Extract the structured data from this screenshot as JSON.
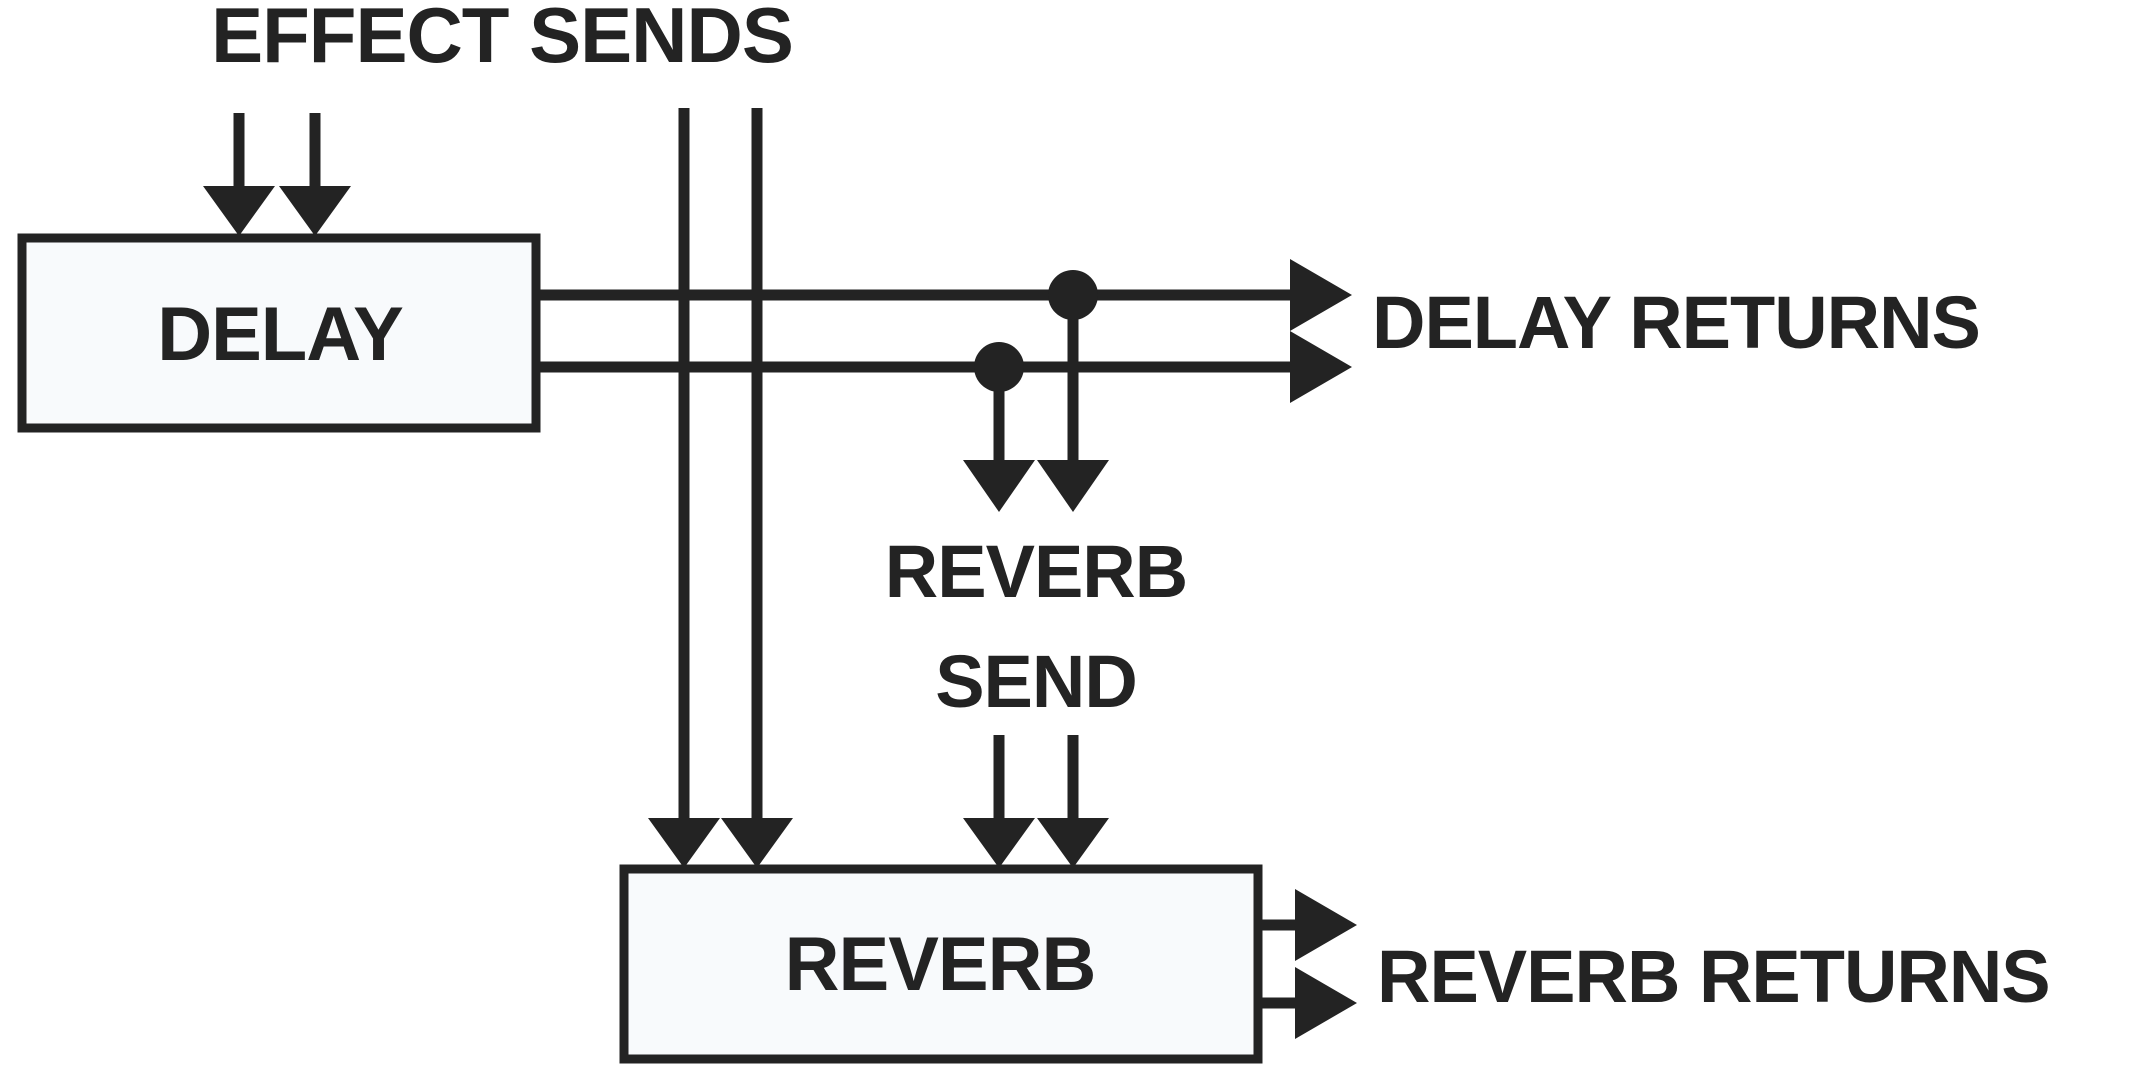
{
  "diagram": {
    "title": "EFFECT SENDS",
    "blocks": [
      {
        "id": "delay",
        "label": "DELAY"
      },
      {
        "id": "reverb",
        "label": "REVERB"
      }
    ],
    "labels": {
      "effect_sends": "EFFECT SENDS",
      "delay_returns": "DELAY RETURNS",
      "reverb_send_line1": "REVERB",
      "reverb_send_line2": "SEND",
      "reverb_returns": "REVERB RETURNS",
      "delay_block": "DELAY",
      "reverb_block": "REVERB"
    },
    "colors": {
      "ink": "#232323",
      "block_fill": "#f8fafc",
      "background": "#ffffff"
    },
    "signal_paths": [
      {
        "name": "effect-sends-to-delay",
        "count": 2,
        "direction": "down"
      },
      {
        "name": "effect-sends-to-reverb",
        "count": 2,
        "direction": "down"
      },
      {
        "name": "delay-outputs",
        "count": 2,
        "direction": "right"
      },
      {
        "name": "reverb-send-taps",
        "count": 2,
        "direction": "down"
      },
      {
        "name": "reverb-send-to-reverb",
        "count": 2,
        "direction": "down"
      },
      {
        "name": "reverb-outputs",
        "count": 2,
        "direction": "right"
      }
    ],
    "junction_count": 2
  }
}
